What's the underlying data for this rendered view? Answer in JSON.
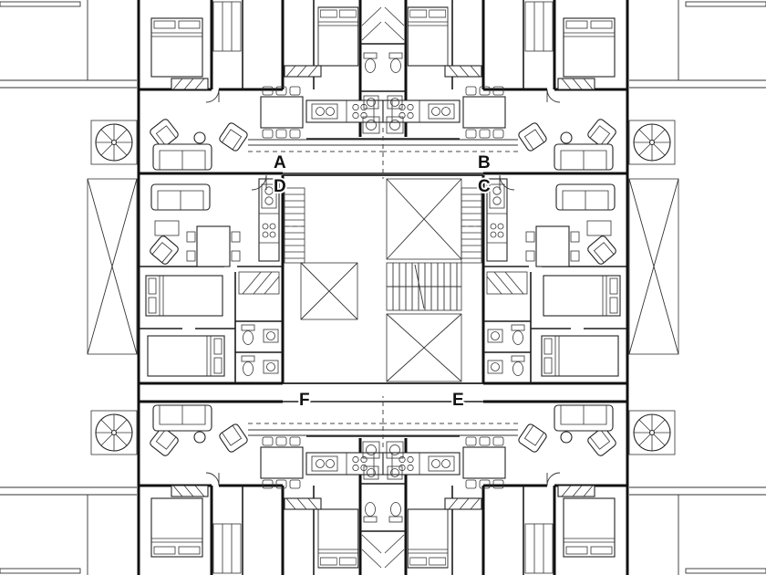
{
  "plan": {
    "units": [
      {
        "label": "A"
      },
      {
        "label": "B"
      },
      {
        "label": "C"
      },
      {
        "label": "D"
      },
      {
        "label": "E"
      },
      {
        "label": "F"
      }
    ],
    "colors": {
      "background": "#ffffff",
      "line": "#111111"
    }
  }
}
